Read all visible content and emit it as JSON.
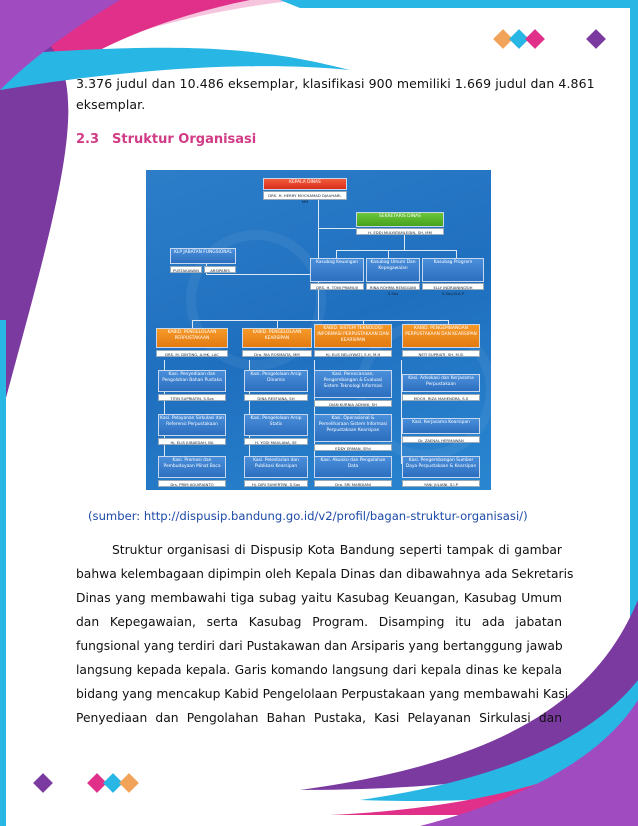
{
  "page": {
    "intro_line1": "3.376 judul dan 10.486 eksemplar, klasifikasi 900 memiliki 1.669 judul dan 4.861",
    "intro_line2": "eksemplar.",
    "section_number": "2.3",
    "section_title": "Struktur Organisasi",
    "source": "(sumber: http://dispusip.bandung.go.id/v2/profil/bagan-struktur-organisasi/)",
    "paragraph_lines": [
      "Struktur organisasi di Dispusip Kota Bandung seperti tampak di gambar",
      "bahwa kelembagaan dipimpin oleh Kepala Dinas dan dibawahnya ada Sekretaris",
      "Dinas yang membawahi tiga subag yaitu Kasubag Keuangan, Kasubag Umum",
      "dan Kepegawaian, serta Kasubag Program. Disamping itu ada jabatan",
      "fungsional yang terdiri dari Pustakawan dan Arsiparis yang bertanggung jawab",
      "langsung kepada kepala. Garis komando langsung dari kepala dinas ke kepala",
      "bidang yang mencakup Kabid Pengelolaan Perpustakaan yang membawahi Kasi",
      "Penyediaan dan Pengolahan Bahan Pustaka, Kasi Pelayanan Sirkulasi dan"
    ]
  },
  "org": {
    "kepala": "KEPALA DINAS",
    "kepala_name": "DRS. H. HERRY MOCHAMAD DJAUHARI, MM",
    "sekretaris": "SEKRETARIS DINAS",
    "sekretaris_name": "H. EDDI MULYATAMLEDIN, SH, MM",
    "fungsional": "KLP JABATAN FUNGSIONAL",
    "fungsional_items": [
      "PUSTAKAWAN",
      "ARSIPARIS"
    ],
    "kasubag": [
      {
        "title": "Kasubag Keuangan",
        "name": "DRS. H. TONI PRAMUJI"
      },
      {
        "title": "Kasubag Umum Dan Kepegawaian",
        "name": "RINA ROHMA RENGGANI S.Sos"
      },
      {
        "title": "Kasubag Program",
        "name": "ELLY INDRIANINGSIH S.Sos,M.A.P"
      }
    ],
    "kabid": [
      {
        "title": "KABID. PENGELOLAAN PERPUSTAKAAN",
        "name": "DRS. M. DINTING, A.MK, LAC"
      },
      {
        "title": "KABID. PENGELOLAAN KEARSIPAN",
        "name": "Dra. RIA ROSMAITA, MM"
      },
      {
        "title": "KABID. SISTEM TEKNOLOGI INFORMASI PERPUSTAKAAN DAN KEARSIPAN",
        "name": "Hj. ELIS NELLYWATI, S.H, M.H"
      },
      {
        "title": "KABID. PENGEMBANGAN PERPUSTAKAAN DAN KEARSIPAN",
        "name": "NETI SUPRIATI, SH, M.Si"
      }
    ],
    "kasi": [
      [
        {
          "title": "Kasi. Penyediaan dan Pengolahan Bahan Pustaka",
          "name": "TITIN SUPRIATIN, S.Sos"
        },
        {
          "title": "Kasi. Pelayanan Sirkulasi dan Referensi Perpustakaan",
          "name": "Hj. ELIS JUBAEDAH, BA"
        },
        {
          "title": "Kasi. Promosi dan Pembudayaan Minat Baca",
          "name": "Drs. PRIM AGUIRIANTO"
        }
      ],
      [
        {
          "title": "Kasi. Pengelolaan Arsip Dinamis",
          "name": "DINA RESFIANA, SH"
        },
        {
          "title": "Kasi. Pengelolaan Arsip Statis",
          "name": "H. YODI MAULANA, SE"
        },
        {
          "title": "Kasi. Pelestarian dan Publikasi Kearsipan",
          "name": "Hj. DIRI SUHERTINI, S.Sos"
        }
      ],
      [
        {
          "title": "Kasi. Perencanaan, Pengembangan & Evaluasi Sistem Teknologi Informasi",
          "name": "DIAN KURNIA ADYANI, SH"
        },
        {
          "title": "Kasi. Operasional & Pemeliharaan Sistem Informasi Perpustakaan Kearsipan",
          "name": "EDDY ERMAN, SP.d"
        },
        {
          "title": "Kasi. Akuisisi dan Pengolahan Data",
          "name": "Dra. SRI MARDIANI"
        }
      ],
      [
        {
          "title": "Kasi. Advokasi dan Kerjasama Perpustakaan",
          "name": "MOCH. RIZA MAHENDRA, S.S"
        },
        {
          "title": "Kasi. Kerjasama Kearsipan",
          "name": "Dr. ZAENAL HERMAWAN"
        },
        {
          "title": "Kasi. Pengembangan Sumber Daya Perpustakaan & Kearsipan",
          "name": "YANI JULIANI, S.I.P"
        }
      ]
    ]
  },
  "colors": {
    "heading": "#d23b86",
    "source": "#1d4aa8",
    "purple": "#7b3aa0",
    "pink": "#e0308a",
    "cyan": "#28b6e4",
    "orange": "#f2a35a"
  }
}
